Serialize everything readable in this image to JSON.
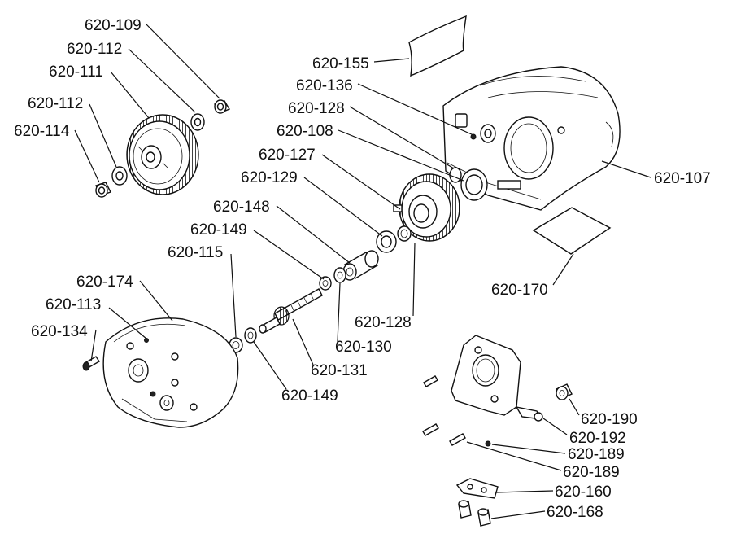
{
  "labels": {
    "l620_109": "620-109",
    "l620_112a": "620-112",
    "l620_111": "620-111",
    "l620_112b": "620-112",
    "l620_114": "620-114",
    "l620_155": "620-155",
    "l620_136": "620-136",
    "l620_128a": "620-128",
    "l620_108": "620-108",
    "l620_127": "620-127",
    "l620_129": "620-129",
    "l620_148": "620-148",
    "l620_149a": "620-149",
    "l620_115": "620-115",
    "l620_174": "620-174",
    "l620_113": "620-113",
    "l620_134": "620-134",
    "l620_107": "620-107",
    "l620_170": "620-170",
    "l620_128b": "620-128",
    "l620_130": "620-130",
    "l620_131": "620-131",
    "l620_149b": "620-149",
    "l620_190": "620-190",
    "l620_192": "620-192",
    "l620_189a": "620-189",
    "l620_189b": "620-189",
    "l620_160": "620-160",
    "l620_168": "620-168"
  }
}
